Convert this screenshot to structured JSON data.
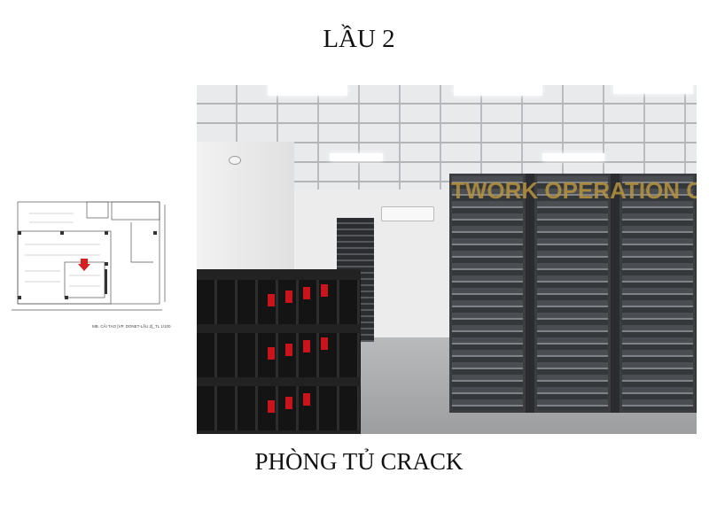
{
  "title": "LẦU 2",
  "caption": "PHÒNG TỦ CRACK",
  "floor_plan": {
    "label": "MB. CẢI TẠO [VP. DONET-LẦU 2]_TL 1/100",
    "marker_color": "#d42020"
  },
  "render": {
    "rack_sign_text": "TWORK OPERATION C",
    "accent_red": "#c8141a",
    "sign_gold": "#b8943f"
  }
}
